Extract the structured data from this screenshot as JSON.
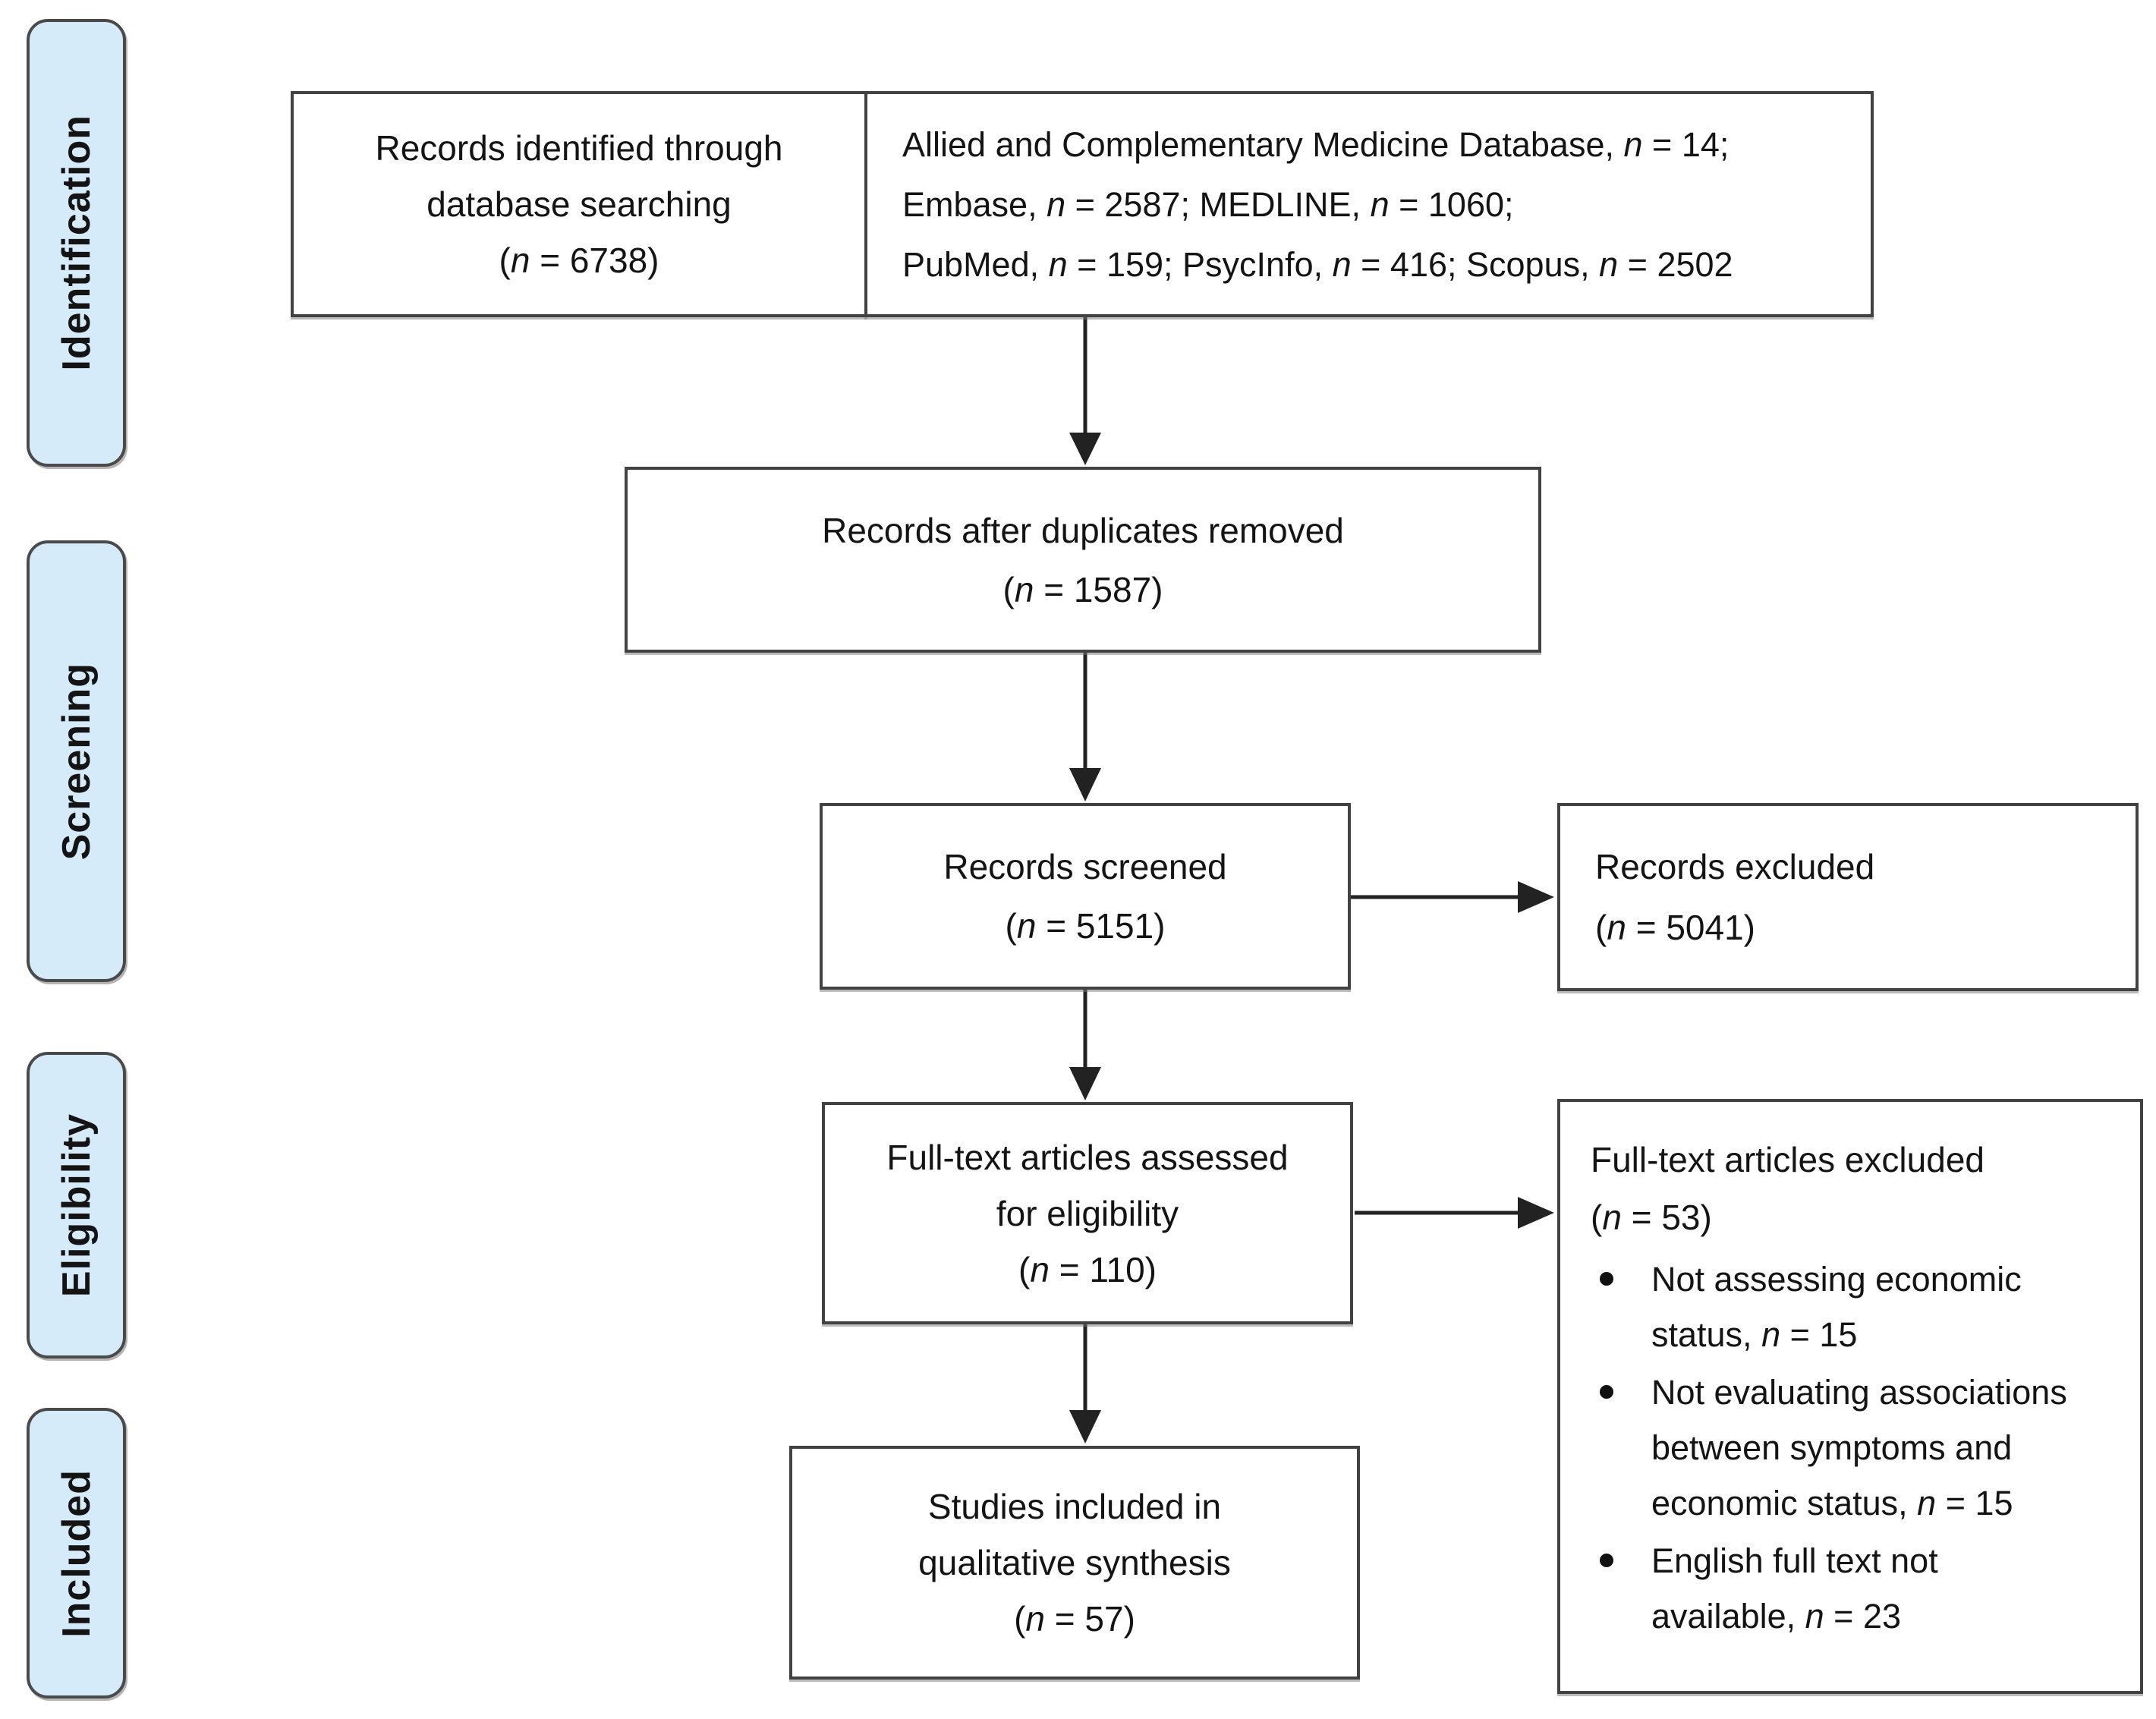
{
  "stages": [
    {
      "label": "Identification"
    },
    {
      "label": "Screening"
    },
    {
      "label": "Eligibility"
    },
    {
      "label": "Included"
    }
  ],
  "boxes": {
    "identified": {
      "lines": [
        "Records identified through",
        "database searching",
        "(n = 6738)"
      ]
    },
    "databases": {
      "lines": [
        "Allied and Complementary Medicine Database, n = 14;",
        "Embase, n = 2587; MEDLINE, n = 1060;",
        "PubMed, n = 159; PsycInfo, n = 416; Scopus, n = 2502"
      ]
    },
    "deduplicated": {
      "lines": [
        "Records after duplicates removed",
        "(n = 1587)"
      ]
    },
    "screened": {
      "lines": [
        "Records screened",
        "(n = 5151)"
      ]
    },
    "records_excluded": {
      "lines": [
        "Records excluded",
        "(n = 5041)"
      ]
    },
    "fulltext_assessed": {
      "lines": [
        "Full-text articles assessed",
        "for eligibility",
        "(n = 110)"
      ]
    },
    "fulltext_excluded": {
      "title_lines": [
        "Full-text articles excluded",
        "(n = 53)"
      ],
      "bullets": [
        "Not assessing economic status, n = 15",
        "Not evaluating associations between symptoms and economic status, n = 15",
        "English full text not available, n = 23"
      ]
    },
    "included": {
      "lines": [
        "Studies included in",
        "qualitative synthesis",
        "(n = 57)"
      ]
    }
  },
  "colors": {
    "sidebar_fill": "#d6ebfa",
    "sidebar_border": "#4a4a4a",
    "box_border": "#424242",
    "arrow": "#222222",
    "text": "#141414"
  }
}
